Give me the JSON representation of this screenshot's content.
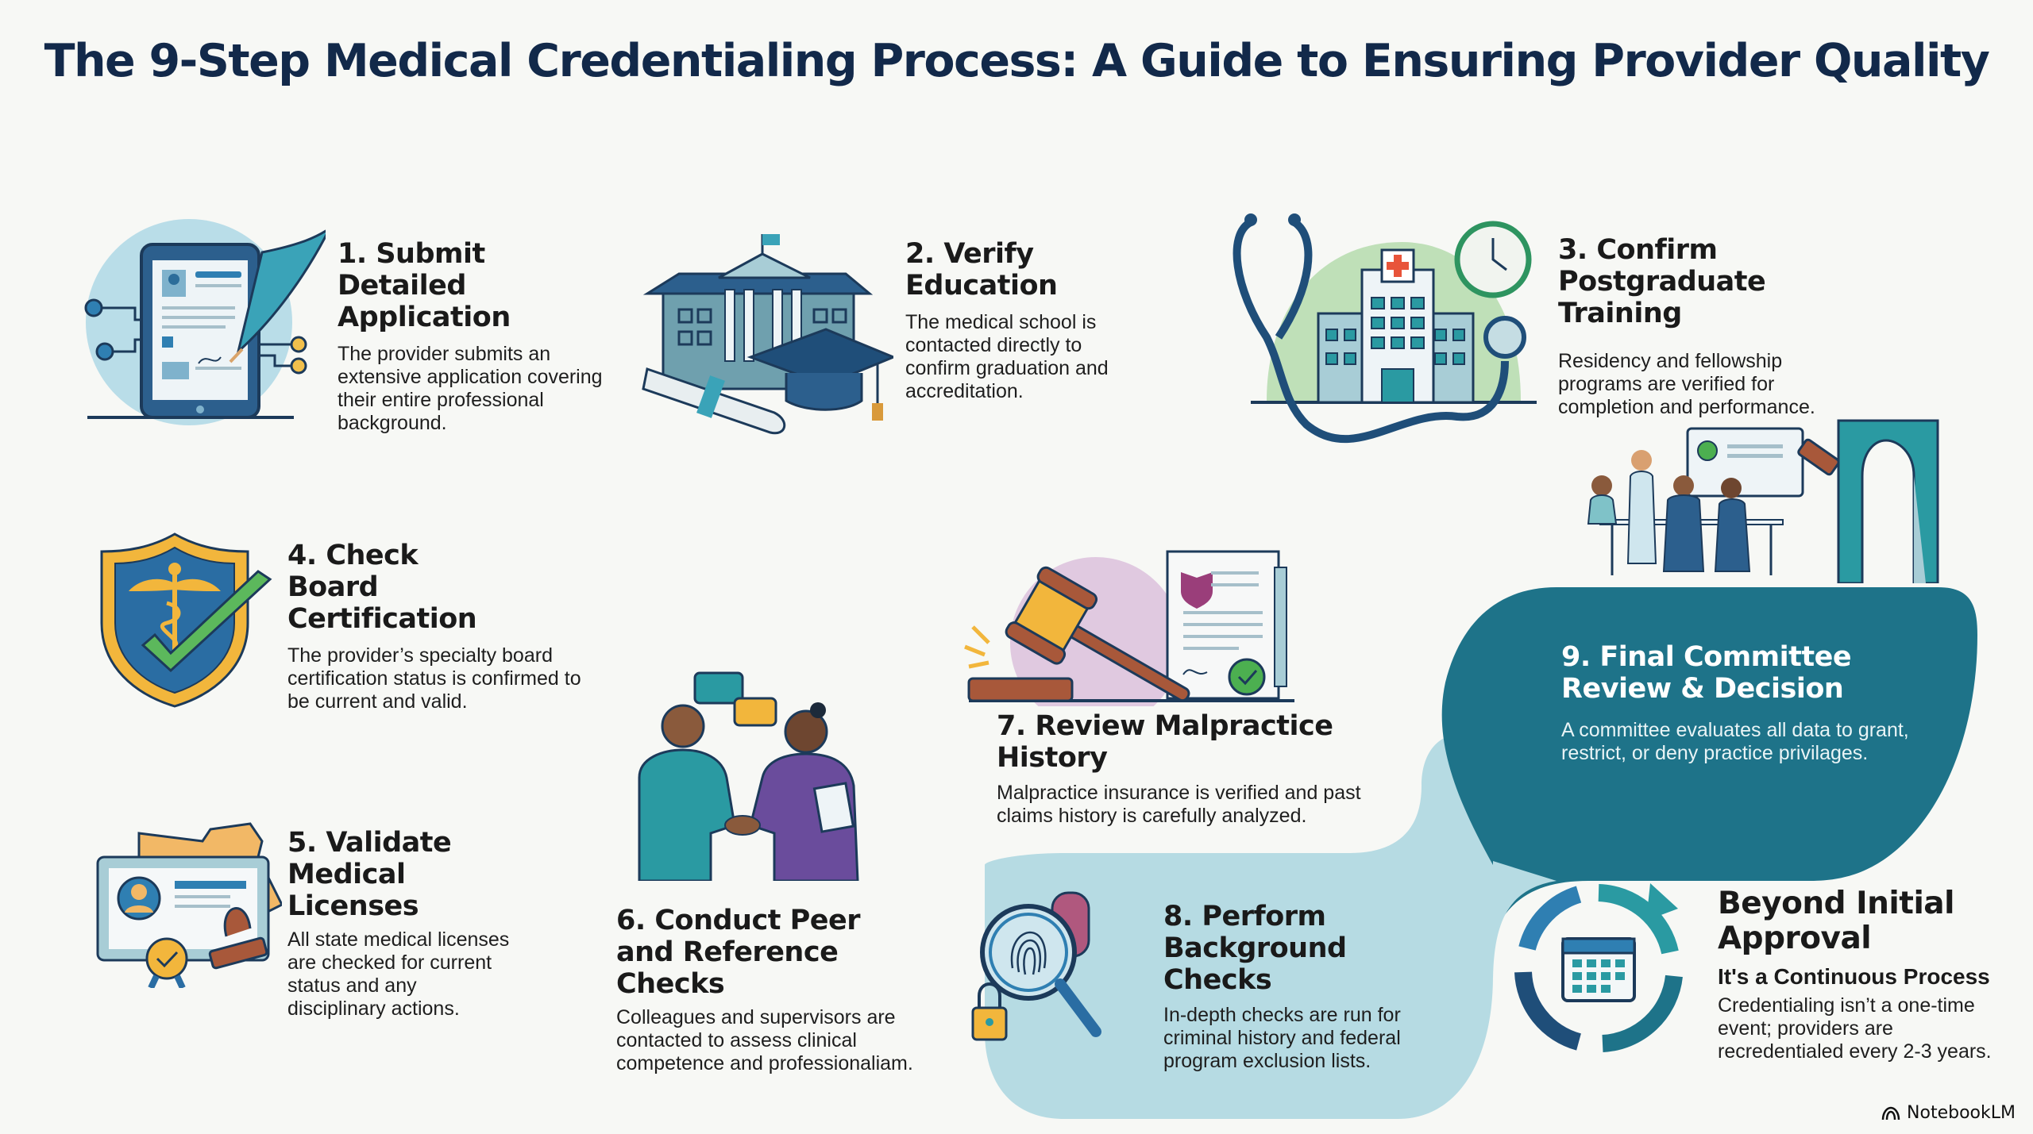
{
  "title": "The 9-Step Medical Credentialing Process: A Guide to Ensuring Provider Quality",
  "colors": {
    "title": "#12294a",
    "teal_dark": "#1e7389",
    "teal_light": "#b6dbe3",
    "navy": "#1f4e79",
    "accent_gold": "#f2b63c",
    "accent_green": "#4caf50"
  },
  "steps": [
    {
      "heading": "1. Submit Detailed Application",
      "body": "The provider submits an extensive application covering their entire professional background.",
      "icon": "tablet-application-quill-icon"
    },
    {
      "heading": "2. Verify Education",
      "body": "The medical school is contacted directly to confirm graduation and accreditation.",
      "icon": "university-graduation-cap-icon"
    },
    {
      "heading": "3. Confirm Postgraduate Training",
      "body": "Residency and fellowship programs are verified for completion and performance.",
      "icon": "hospital-stethoscope-clock-icon"
    },
    {
      "heading": "4. Check Board Certification",
      "body": "The provider’s specialty board certification status is confirmed to be current and valid.",
      "icon": "caduceus-shield-check-icon"
    },
    {
      "heading": "5. Validate Medical Licenses",
      "body": "All state medical licenses are checked for current status and any disciplinary actions.",
      "icon": "license-certificate-stamp-icon"
    },
    {
      "heading": "6. Conduct Peer and Reference Checks",
      "body": "Colleagues and supervisors are contacted to assess clinical competence and professionaliam.",
      "icon": "handshake-chat-icon"
    },
    {
      "heading": "7. Review Malpractice History",
      "body": "Malpractice insurance is verified and past claims history is carefully analyzed.",
      "icon": "gavel-document-icon"
    },
    {
      "heading": "8. Perform Background Checks",
      "body": "In-depth checks are run for criminal history and federal program exclusion lists.",
      "icon": "fingerprint-magnifier-lock-icon"
    },
    {
      "heading": "9. Final Committee Review & Decision",
      "body": "A committee evaluates all data to grant, restrict, or deny practice privilages.",
      "icon": "committee-meeting-door-icon"
    }
  ],
  "beyond": {
    "heading": "Beyond Initial Approval",
    "subheading": "It's a Continuous Process",
    "body": "Credentialing isn’t a one-time event; providers are recredentialed every 2-3 years.",
    "icon": "cycle-calendar-icon"
  },
  "brand": {
    "label": "NotebookLM",
    "icon": "notebooklm-logo-icon"
  }
}
